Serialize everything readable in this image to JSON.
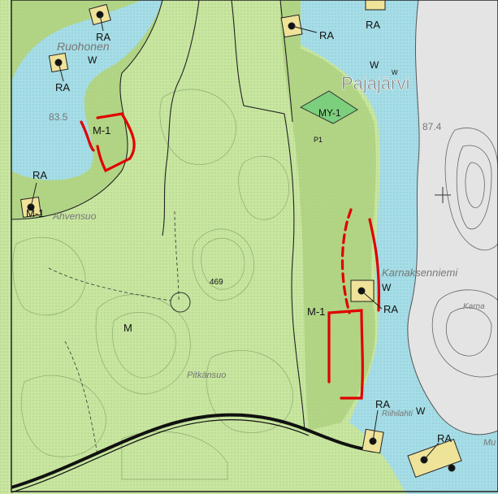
{
  "map": {
    "colors": {
      "forest": "#c8e6a0",
      "forest_dark": "#a9cf7c",
      "water": "#a7dde6",
      "island": "#e4e4e4",
      "protected": "#7ccf7c",
      "highlight": "#e00000",
      "road": "#111111"
    },
    "labels": {
      "lake_name": "Pajajärvi",
      "lake_level": "87.4",
      "bay_name": "Riihilahti",
      "lake_level_small": "83.5",
      "peninsula": "Karnaksenniemi",
      "karna": "Karna",
      "bog_name": "Ahvensuo",
      "marsh_name": "Pitkänsuo",
      "spot_height": "469",
      "shore_label": "Ruohonen",
      "zone_m": "M",
      "zone_m1_a": "M-1",
      "zone_m1_b": "M-1",
      "zone_m1_c": "M-1",
      "zone_my1": "MY-1",
      "ra_1": "RA",
      "ra_2": "RA",
      "ra_3": "RA",
      "ra_4": "RA",
      "ra_5": "RA",
      "ra_6": "RA",
      "ra_7": "RA",
      "ra_8": "RA",
      "w_1": "W",
      "w_2": "W",
      "w_3": "W",
      "w_4": "W",
      "w_5": "W",
      "p1": "P1",
      "mu": "Mu"
    }
  }
}
